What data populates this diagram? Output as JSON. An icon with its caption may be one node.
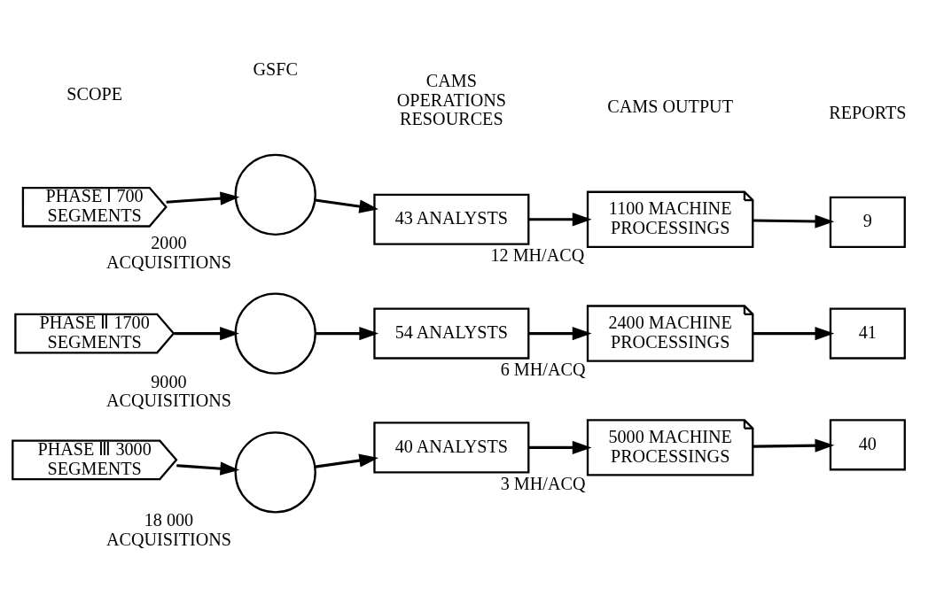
{
  "diagram": {
    "nodes": [
      {
        "text": [
          "PHASE Ⅰ 700 SEGMENTS"
        ]
      },
      {
        "text": [],
        "shape": "circle",
        "beside": [
          "2000 ACQUISITIONS"
        ]
      },
      {
        "text": [
          "43 ANALYSTS"
        ]
      },
      {
        "text": [
          "1100 MACHINE PROCESSINGS"
        ],
        "beside": [
          "12 MH/ACQ"
        ]
      },
      {
        "text": [
          "9"
        ]
      },
      {
        "text": [
          "PHASE Ⅱ 1700 SEGMENTS"
        ]
      },
      {
        "text": [],
        "shape": "circle",
        "beside": [
          "9000 ACQUISITIONS"
        ]
      },
      {
        "text": [
          "54 ANALYSTS"
        ]
      },
      {
        "text": [
          "2400 MACHINE PROCESSINGS"
        ],
        "beside": [
          "6 MH/ACQ"
        ]
      },
      {
        "text": [
          "41"
        ]
      },
      {
        "text": [
          "PHASE Ⅲ 3000 SEGMENTS"
        ]
      },
      {
        "text": [],
        "shape": "circle",
        "beside": [
          "18 000 ACQUISITIONS"
        ]
      },
      {
        "text": [
          "40 ANALYSTS"
        ]
      },
      {
        "text": [
          "5000 MACHINE PROCESSINGS"
        ],
        "beside": [
          "3 MH/ACQ"
        ]
      },
      {
        "text": [
          "40"
        ]
      }
    ],
    "edges": [
      {
        "from": 0,
        "to": 1,
        "arrow": "to"
      },
      {
        "from": 1,
        "to": 2,
        "arrow": "to"
      },
      {
        "from": 2,
        "to": 3,
        "arrow": "to"
      },
      {
        "from": 3,
        "to": 4,
        "arrow": "to"
      },
      {
        "from": 5,
        "to": 6,
        "arrow": "to"
      },
      {
        "from": 6,
        "to": 7,
        "arrow": "to"
      },
      {
        "from": 7,
        "to": 8,
        "arrow": "to"
      },
      {
        "from": 8,
        "to": 9,
        "arrow": "to"
      },
      {
        "from": 10,
        "to": 11,
        "arrow": "to"
      },
      {
        "from": 11,
        "to": 12,
        "arrow": "to"
      },
      {
        "from": 12,
        "to": 13,
        "arrow": "to"
      },
      {
        "from": 13,
        "to": 14,
        "arrow": "to"
      }
    ],
    "labels": [
      "SCOPE",
      "GSFC",
      "CAMS OPERATIONS RESOURCES",
      "CAMS OUTPUT",
      "REPORTS"
    ]
  }
}
